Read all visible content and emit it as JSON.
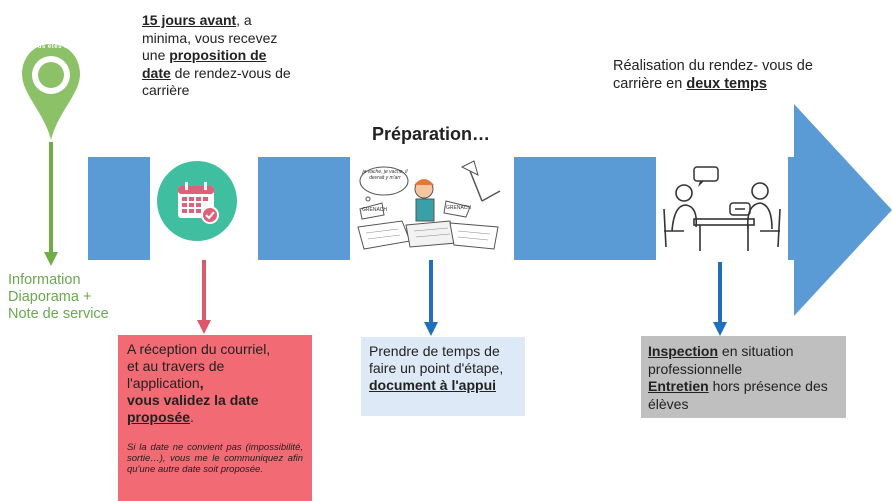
{
  "pin": {
    "label": "vous êtes ici"
  },
  "intro": {
    "part1_bold": "15 jours avant",
    "part2": ", a minima, vous recevez une ",
    "part3_bold": "proposition de date",
    "part4": " de rendez-vous de carrière"
  },
  "preparation_title": "Préparation…",
  "realisation": {
    "part1": "Réalisation du rendez- vous de carrière en ",
    "part2_bold": "deux temps"
  },
  "information": {
    "line1": "Information",
    "line2": "Diaporama +",
    "line3": "Note de service"
  },
  "box_red": {
    "line1": "A réception du courriel,",
    "line2": "et au travers de",
    "line3_pre": "l'application",
    "line3_post": ",",
    "line4_bold": "vous validez la date",
    "line5_bold": "proposée",
    "line5_post": ".",
    "note": "Si la date ne convient pas (impossibilité, sortie…), vous me le communiquez afin qu'une autre date soit proposée."
  },
  "box_blue": {
    "text": "Prendre de temps de faire un point d'étape,",
    "bold": "document à l'appui"
  },
  "box_grey": {
    "item1_bold": "Inspection",
    "item1_rest": " en situation professionnelle",
    "item2_bold": "Entretien",
    "item2_rest": " hors présence des élèves"
  },
  "sketch_labels": {
    "bubble": "je vache, je vache, il devrait y m'arr",
    "left_tag": "GRENACH",
    "right_tag": "GRENACH"
  },
  "colors": {
    "timeline": "#5b9bd5",
    "green": "#70ad47",
    "calendar_circle": "#3fbf9f",
    "red_box": "#f26a73",
    "blue_box": "#dde9f6",
    "grey_box": "#bfbfbf",
    "arrow_red": "#d9596a",
    "arrow_blue": "#1f6fbf"
  }
}
